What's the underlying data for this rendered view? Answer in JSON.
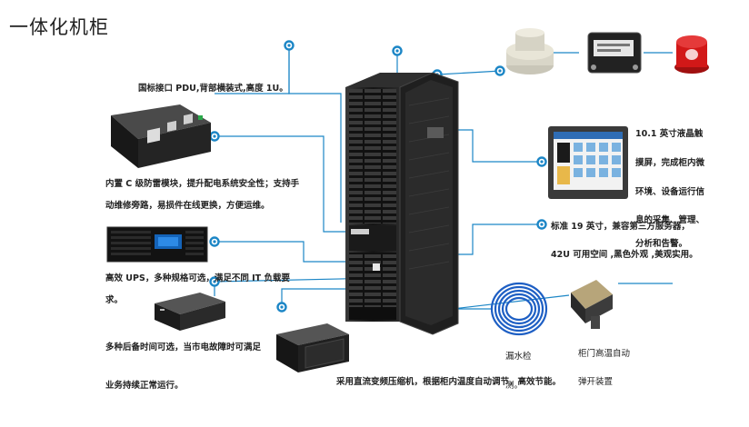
{
  "title": "一体化机柜",
  "labels": {
    "pdu": "国标接口 PDU,背部横装式,高度 1U。",
    "c_module_1": "内置 C 级防雷模块，提升配电系统安全性；支持手",
    "c_module_2": "动维修旁路，易损件在线更换，方便运维。",
    "ups_1": "高效 UPS，多种规格可选，满足不同 IT 负载要",
    "ups_2": "求。",
    "battery_1": "多种后备时间可选，当市电故障时可满足",
    "battery_2": "业务持续正常运行。",
    "compressor": "采用直流变频压缩机，根据柜内温度自动调节，高效节能。",
    "screen_1": "10.1 英寸液晶触",
    "screen_2": "摸屏，完成柜内微",
    "screen_3": "环境、设备运行信",
    "screen_4": "息的采集、管理、",
    "screen_5": "分析和告警。",
    "rack_1": "标准 19 英寸，兼容第三方服务器，",
    "rack_2": "42U 可用空间 ,黑色外观 ,美观实用。",
    "leak": "漏水检",
    "leak_2": "测。",
    "door_1": "柜门高温自动",
    "door_2": "弹开装置"
  },
  "colors": {
    "accent": "#1c86c6",
    "cabinet": "#1b1b1b",
    "text": "#222222"
  }
}
